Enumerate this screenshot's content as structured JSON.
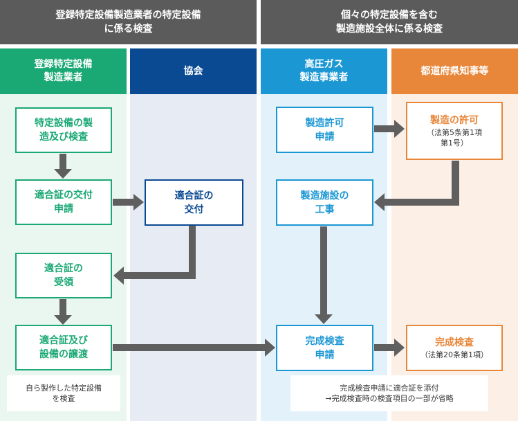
{
  "top_headers": [
    "登録特定設備製造業者の特定設備\nに係る検査",
    "個々の特定設備を含む\n製造施設全体に係る検査"
  ],
  "columns": [
    {
      "label": "登録特定設備\n製造業者",
      "color": "#1aa874",
      "bg": "#eaf6f0"
    },
    {
      "label": "協会",
      "color": "#0a4a92",
      "bg": "#e7ecf4"
    },
    {
      "label": "高圧ガス\n製造事業者",
      "color": "#1b97d4",
      "bg": "#e3f2fa"
    },
    {
      "label": "都道府県知事等",
      "color": "#e8873a",
      "bg": "#fbefe6"
    }
  ],
  "boxes": {
    "manufacture_inspection": "特定設備の製\n造及び検査",
    "certificate_application": "適合証の交付\n申請",
    "certificate_issue": "適合証の\n交付",
    "certificate_receipt": "適合証の\n受領",
    "certificate_transfer": "適合証及び\n設備の譲渡",
    "permit_application": "製造許可\n申請",
    "permit": {
      "title": "製造の許可",
      "sub": "（法第5条第1項\n第1号）"
    },
    "facility_construction": "製造施設の\n工事",
    "completion_application": "完成検査\n申請",
    "completion_inspection": {
      "title": "完成検査",
      "sub": "（法第20条第1項）"
    }
  },
  "notes": {
    "self_inspection": "自ら製作した特定設備\nを検査",
    "completion_note": "完成検査申請に適合証を添付\n→完成検査時の検査項目の一部が省略"
  },
  "colors": {
    "header_gray": "#5b5b5b",
    "arrow_gray": "#5f5f5f"
  }
}
